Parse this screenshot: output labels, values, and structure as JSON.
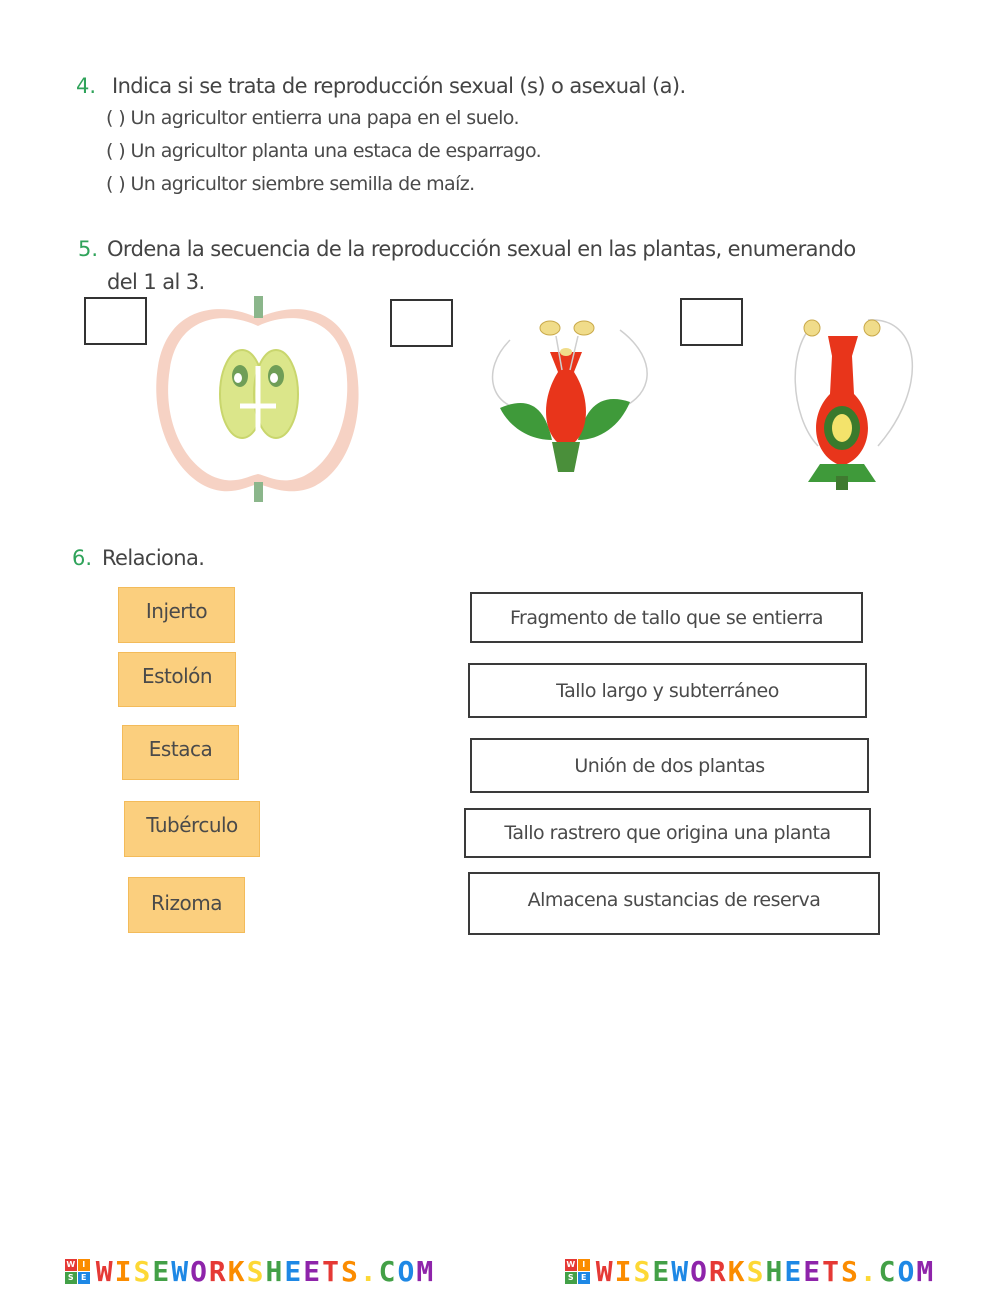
{
  "q4": {
    "number": "4.",
    "text": "Indica si se trata de reproducción sexual (s) o asexual (a).",
    "options": [
      "(  ) Un agricultor entierra una papa en el suelo.",
      "(  ) Un agricultor planta una estaca de esparrago.",
      "(  ) Un agricultor siembre semilla de maíz."
    ]
  },
  "q5": {
    "number": "5.",
    "line1": "Ordena la secuencia de la reproducción sexual en las plantas, enumerando",
    "line2": "del 1 al 3."
  },
  "q6": {
    "number": "6.",
    "text": "Relaciona.",
    "terms": [
      "Injerto",
      "Estolón",
      "Estaca",
      "Tubérculo",
      "Rizoma"
    ],
    "definitions": [
      "Fragmento de tallo que se entierra",
      "Tallo largo y subterráneo",
      "Unión de dos plantas",
      "Tallo rastrero que origina una planta",
      "Almacena sustancias de reserva"
    ]
  },
  "footer": {
    "brand": "WISEWORKSHEETS.COM",
    "logo_letters": [
      "W",
      "I",
      "S",
      "E"
    ]
  },
  "colors": {
    "question_number": "#2fa35a",
    "term_card": "#fbcf7e",
    "brand_palette": [
      "#e53935",
      "#fb8c00",
      "#fdd835",
      "#43a047",
      "#1e88e5",
      "#8e24aa"
    ]
  }
}
